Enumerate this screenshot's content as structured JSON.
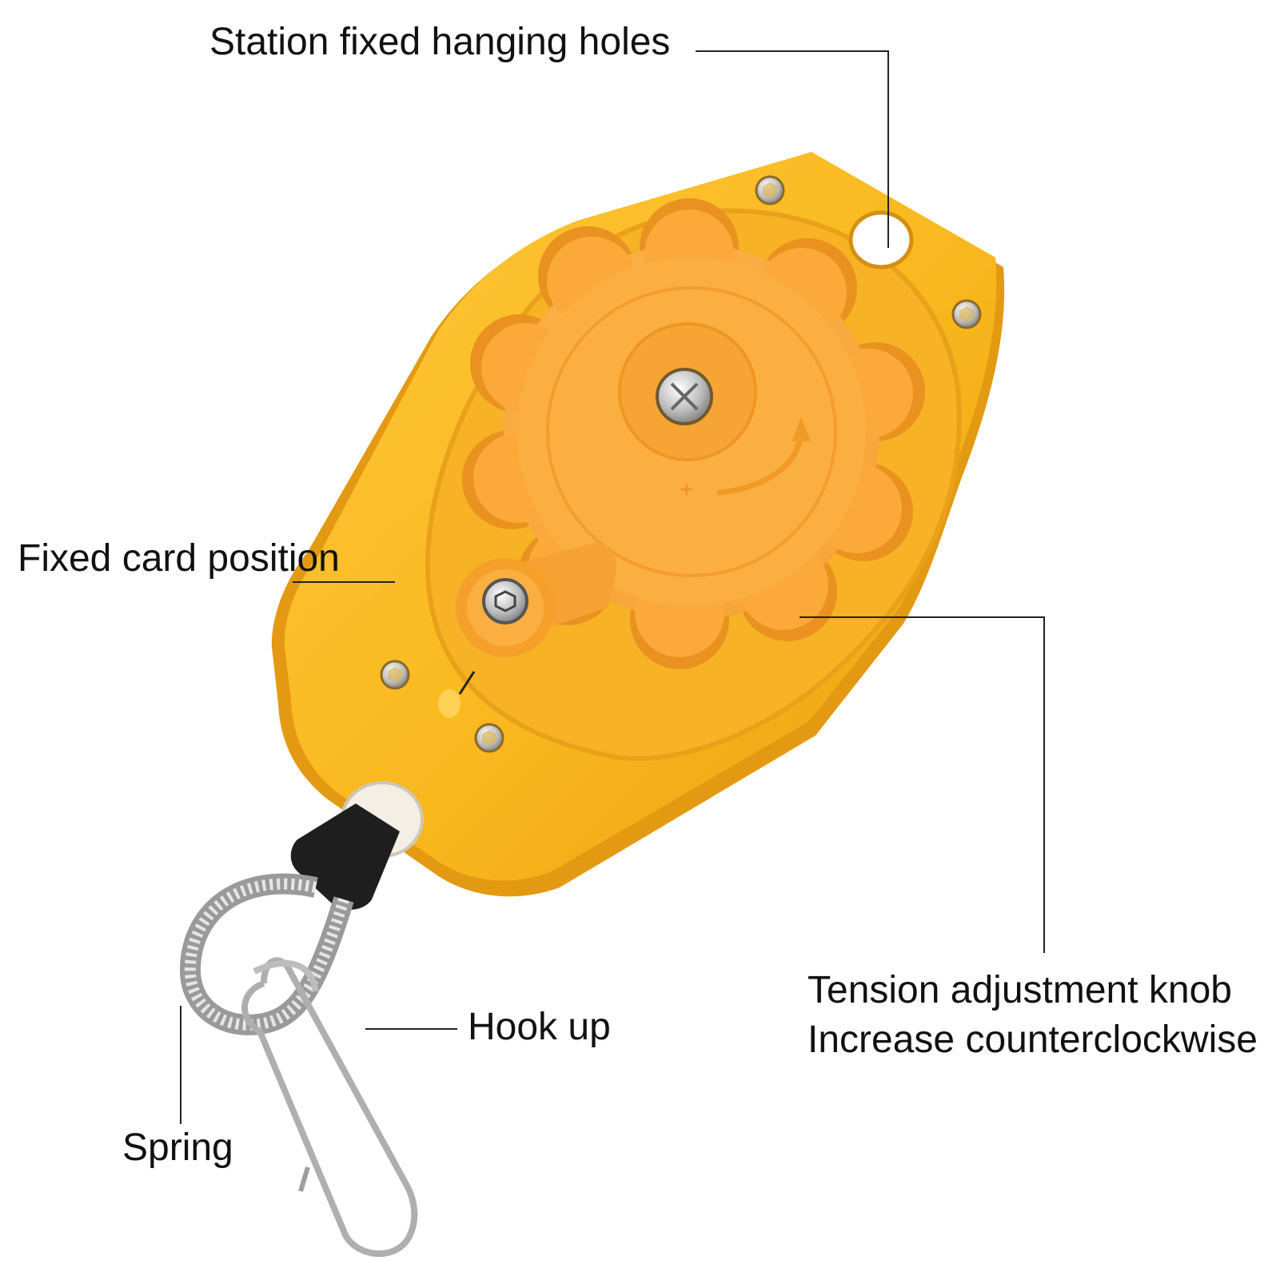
{
  "labels": {
    "station_fixed_hanging_holes": "Station fixed hanging holes",
    "fixed_card_position": "Fixed card position",
    "tension_knob_line1": "Tension adjustment knob",
    "tension_knob_line2": "Increase counterclockwise",
    "hook_up": "Hook up",
    "spring": "Spring"
  },
  "colors": {
    "body_yellow": "#F9B81E",
    "body_shadow": "#E89E10",
    "knob_orange": "#FBAA3A",
    "screw_metal": "#C9C9C9",
    "cable_black": "#1E1E1E",
    "leader_line": "#222222"
  }
}
